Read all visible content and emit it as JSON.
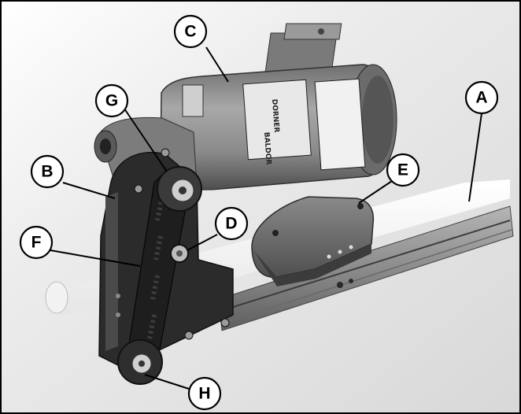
{
  "figure": {
    "callouts": [
      {
        "id": "A",
        "part": "conveyor-frame"
      },
      {
        "id": "B",
        "part": "drive-mount-plate"
      },
      {
        "id": "C",
        "part": "motor"
      },
      {
        "id": "D",
        "part": "tensioner-bolt"
      },
      {
        "id": "E",
        "part": "guard-cover"
      },
      {
        "id": "F",
        "part": "timing-belt"
      },
      {
        "id": "G",
        "part": "drive-pulley"
      },
      {
        "id": "H",
        "part": "driven-pulley"
      }
    ],
    "plates": {
      "brand": "DORNER",
      "maker": "BALDOR"
    },
    "colors": {
      "background": "#ececec",
      "motor": "#8f8f8f",
      "metal_dark": "#2e2e2e",
      "belt_white": "#f7f7f7"
    }
  }
}
